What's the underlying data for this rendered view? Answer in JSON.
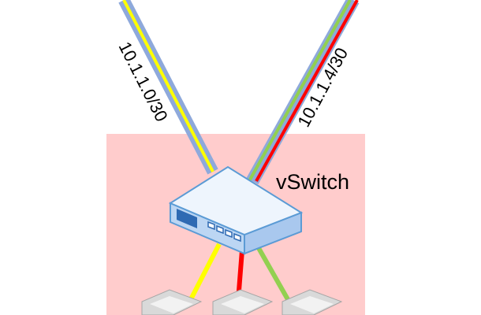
{
  "diagram": {
    "subnet_left": "10.1.1.0/30",
    "subnet_right": "10.1.1.4/30",
    "switch_label": "vSwitch"
  },
  "colors": {
    "zone_fill": "#ffcccc",
    "cable_outer": "#8ea9db",
    "cable_yellow": "#ffff00",
    "cable_green": "#92d050",
    "cable_red": "#ff0000",
    "switch_top": "#eef5fd",
    "switch_side": "#bcd6f3",
    "switch_outline": "#5b9bd5",
    "port_panel": "#2e6ab3"
  },
  "icons": {
    "switch": "network-switch-icon",
    "host": "host-box-icon"
  }
}
